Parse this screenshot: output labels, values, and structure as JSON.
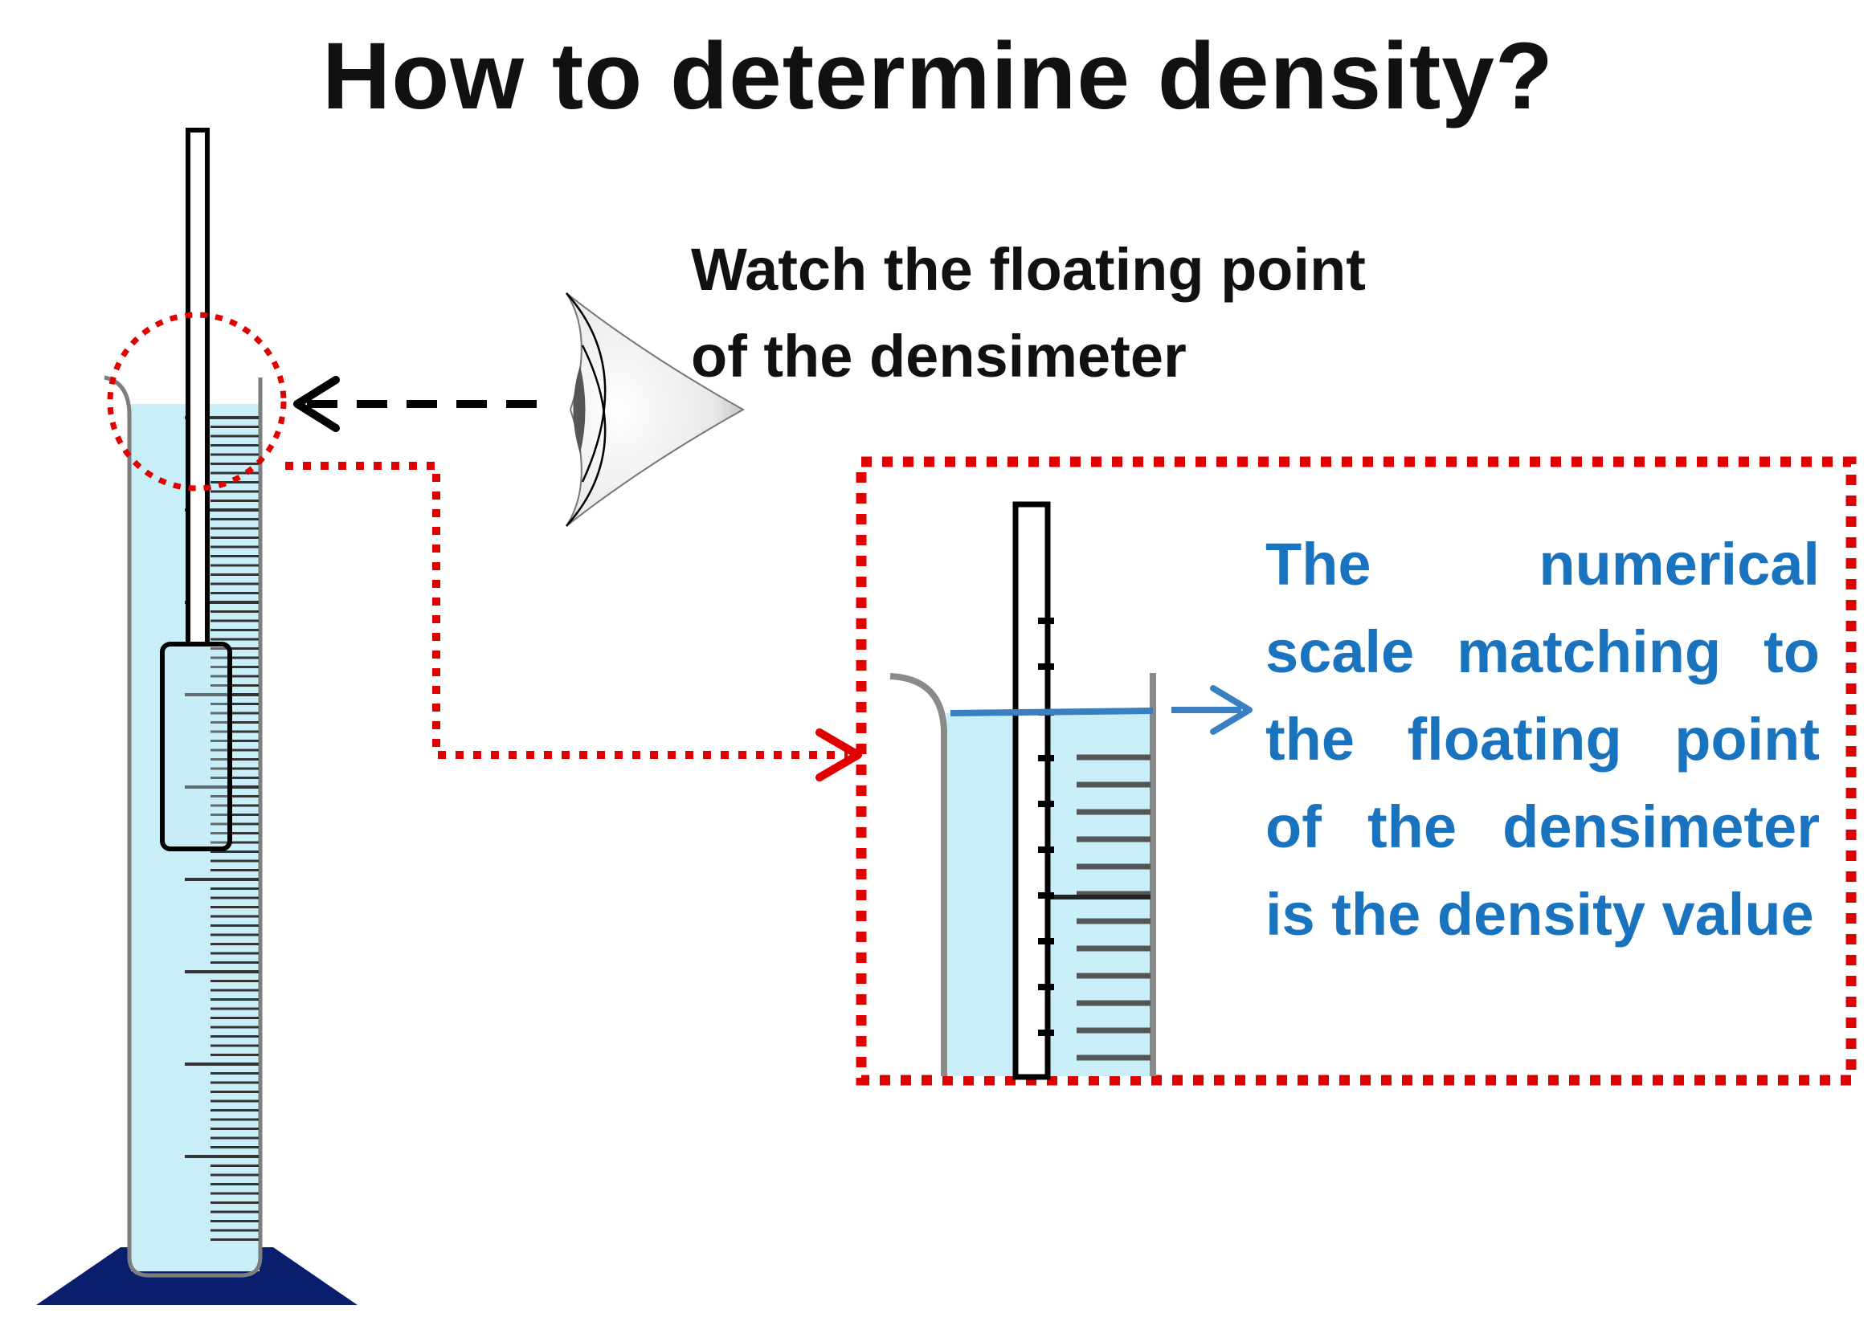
{
  "title": "How to determine density?",
  "observation": {
    "line1": "Watch the floating point",
    "line2": "of the densimeter"
  },
  "explanation": "The numerical scale matching to the floating point of the densimeter is the density value",
  "colors": {
    "title_text": "#111111",
    "explanation_text": "#1a73be",
    "liquid": "#c8eef7",
    "dotted_highlight": "#e00000",
    "base": "#0a1e6e",
    "eye_arrow": "#000000",
    "level_line": "#3a7fc1"
  },
  "icons": {
    "eye": "eye-icon"
  }
}
